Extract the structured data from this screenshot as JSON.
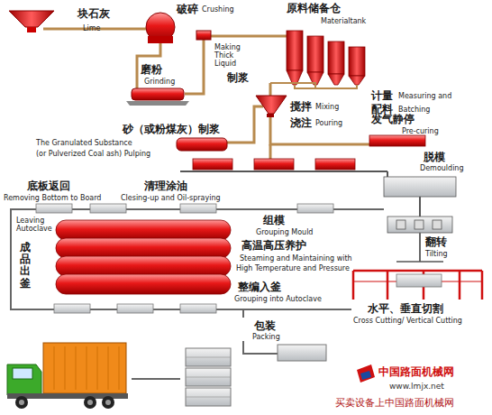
{
  "diagram": {
    "labels": [
      "块石灰",
      "Lime",
      "破碎",
      "Crushing",
      "原料储备仓",
      "Materialtank",
      "Making Thick Liquid",
      "制浆",
      "磨粉",
      "Grinding",
      "计量",
      "Measuring and",
      "配料",
      "Batching",
      "搅拌",
      "Mixing",
      "浇注",
      "Pouring",
      "砂（或粉煤灰）制浆",
      "The Granulated Substance",
      "(or Pulverized Coal ash) Pulping",
      "发气静停",
      "Pre-curing",
      "脱模",
      "Demoulding",
      "底板返回",
      "Removing Bottom to Board",
      "清理涂油",
      "Clesing-up and Oil-spraying",
      "组模",
      "Grouping Mould",
      "翻转",
      "Tilting",
      "Leaving Autoclave",
      "成品出釜",
      "高温高压养护",
      "Steaming and Maintaining with",
      "High Temperature and Pressure",
      "水平、垂直切割",
      "Cross Cutting/ Vertical Cutting",
      "整编入釜",
      "Grouping into Autoclave",
      "包装",
      "Packing",
      "中国路面机械网",
      "www.lmjx.net",
      "买卖设备上中国路面机械网"
    ]
  }
}
